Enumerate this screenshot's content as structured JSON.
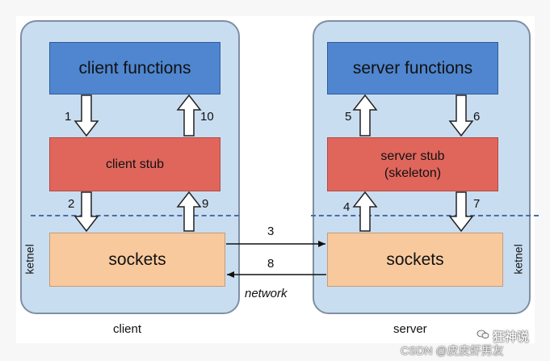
{
  "client": {
    "functions_label": "client functions",
    "stub_label": "client stub",
    "sockets_label": "sockets",
    "kernel_label": "ketnel",
    "caption": "client"
  },
  "server": {
    "functions_label": "server functions",
    "stub_label_line1": "server stub",
    "stub_label_line2": "(skeleton)",
    "sockets_label": "sockets",
    "kernel_label": "ketnel",
    "caption": "server"
  },
  "steps": {
    "s1": "1",
    "s2": "2",
    "s3": "3",
    "s4": "4",
    "s5": "5",
    "s6": "6",
    "s7": "7",
    "s8": "8",
    "s9": "9",
    "s10": "10"
  },
  "network_label": "network",
  "watermark": {
    "brand": "狂神说",
    "source": "CSDN @皮皮虾男友"
  },
  "colors": {
    "panel": "#c9ddf1",
    "functions": "#4f86cf",
    "stub": "#e0665c",
    "sockets": "#f9c99e",
    "dashed_line": "#4a6ea8"
  }
}
